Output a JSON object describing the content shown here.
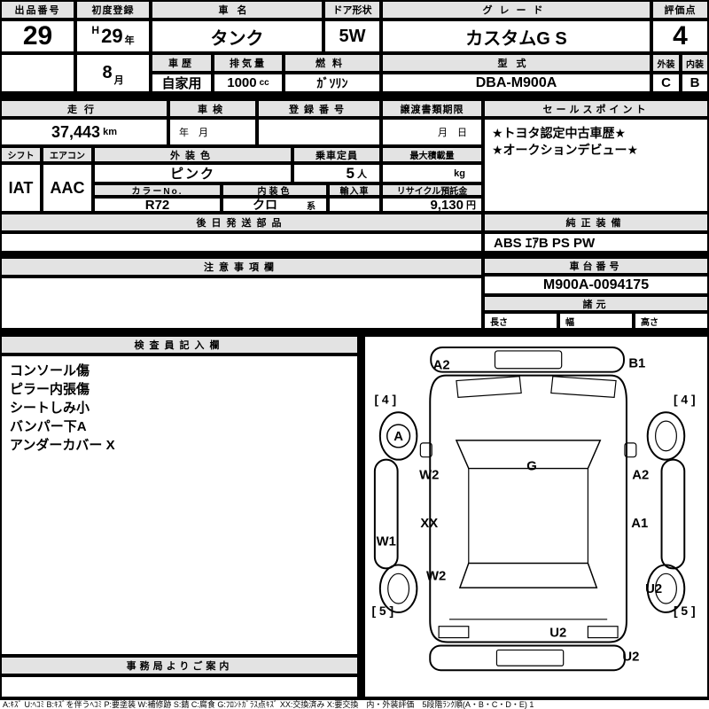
{
  "top": {
    "exhibit_no_label": "出品番号",
    "exhibit_no": "29",
    "first_reg_label": "初度登録",
    "era": "H",
    "year": "29",
    "year_unit": "年",
    "month": "8",
    "month_unit": "月",
    "car_name_label": "車名",
    "car_name": "タンク",
    "door_label": "ドア形状",
    "door": "5W",
    "grade_label": "グレード",
    "grade": "カスタムG S",
    "score_label": "評価点",
    "score": "4",
    "history_label": "車歴",
    "history": "自家用",
    "displacement_label": "排気量",
    "displacement": "1000",
    "displacement_unit": "cc",
    "fuel_label": "燃料",
    "fuel": "ｶﾞｿﾘﾝ",
    "model_label": "型式",
    "model": "DBA-M900A",
    "exterior_label": "外装",
    "exterior": "C",
    "interior_label": "内装",
    "interior": "B"
  },
  "middle": {
    "mileage_label": "走行",
    "mileage": "37,443",
    "mileage_unit": "km",
    "inspection_label": "車検",
    "inspection_hint": "年　月",
    "registration_label": "登録番号",
    "transfer_label": "譲渡書類期限",
    "transfer_hint": "月　日",
    "sales_label": "セールスポイント",
    "sales_points": [
      "★トヨタ認定中古車歴★",
      "★オークションデビュー★"
    ],
    "shift_label": "シフト",
    "shift": "IAT",
    "aircon_label": "エアコン",
    "aircon": "AAC",
    "ext_color_label": "外装色",
    "ext_color": "ピンク",
    "capacity_label": "乗車定員",
    "capacity": "5",
    "capacity_unit": "人",
    "max_load_label": "最大積載量",
    "max_load_unit": "kg",
    "color_no_label": "カラーNo.",
    "color_no": "R72",
    "int_color_label": "内装色",
    "int_color": "クロ",
    "int_color_suffix": "系",
    "import_label": "輸入車",
    "recycle_label": "リサイクル預託金",
    "recycle": "9,130",
    "recycle_unit": "円",
    "later_parts_label": "後日発送部品",
    "equipment_label": "純正装備",
    "equipment": "ABS ｴｱB PS PW",
    "caution_label": "注意事項欄",
    "chassis_label": "車台番号",
    "chassis": "M900A-0094175",
    "specs_label": "諸元",
    "length_label": "長さ",
    "width_label": "幅",
    "height_label": "高さ"
  },
  "inspector": {
    "label": "検査員記入欄",
    "notes": [
      "コンソール傷",
      "ピラー内張傷",
      "シートしみ小",
      "バンパー下A",
      "アンダーカバー X"
    ],
    "office_label": "事務局よりご案内"
  },
  "diagram": {
    "markers": [
      "A2",
      "B1",
      "[ 4 ]",
      "[ 4 ]",
      "A",
      "G",
      "W2",
      "A2",
      "XX",
      "A1",
      "W1",
      "W2",
      "U2",
      "[ 5 ]",
      "[ 5 ]",
      "U2",
      "U2"
    ]
  },
  "footer": {
    "legend": "A:ｷｽﾞ U:ﾍｺﾐ B:ｷｽﾞを伴うﾍｺﾐ P:要塗装 W:補修跡 S:錆 C:腐食 G:ﾌﾛﾝﾄｶﾞﾗｽ点ｷｽﾞ XX:交換済み X:要交換　内・外装評価　5段階ﾗﾝｸ順(A・B・C・D・E) 1"
  }
}
